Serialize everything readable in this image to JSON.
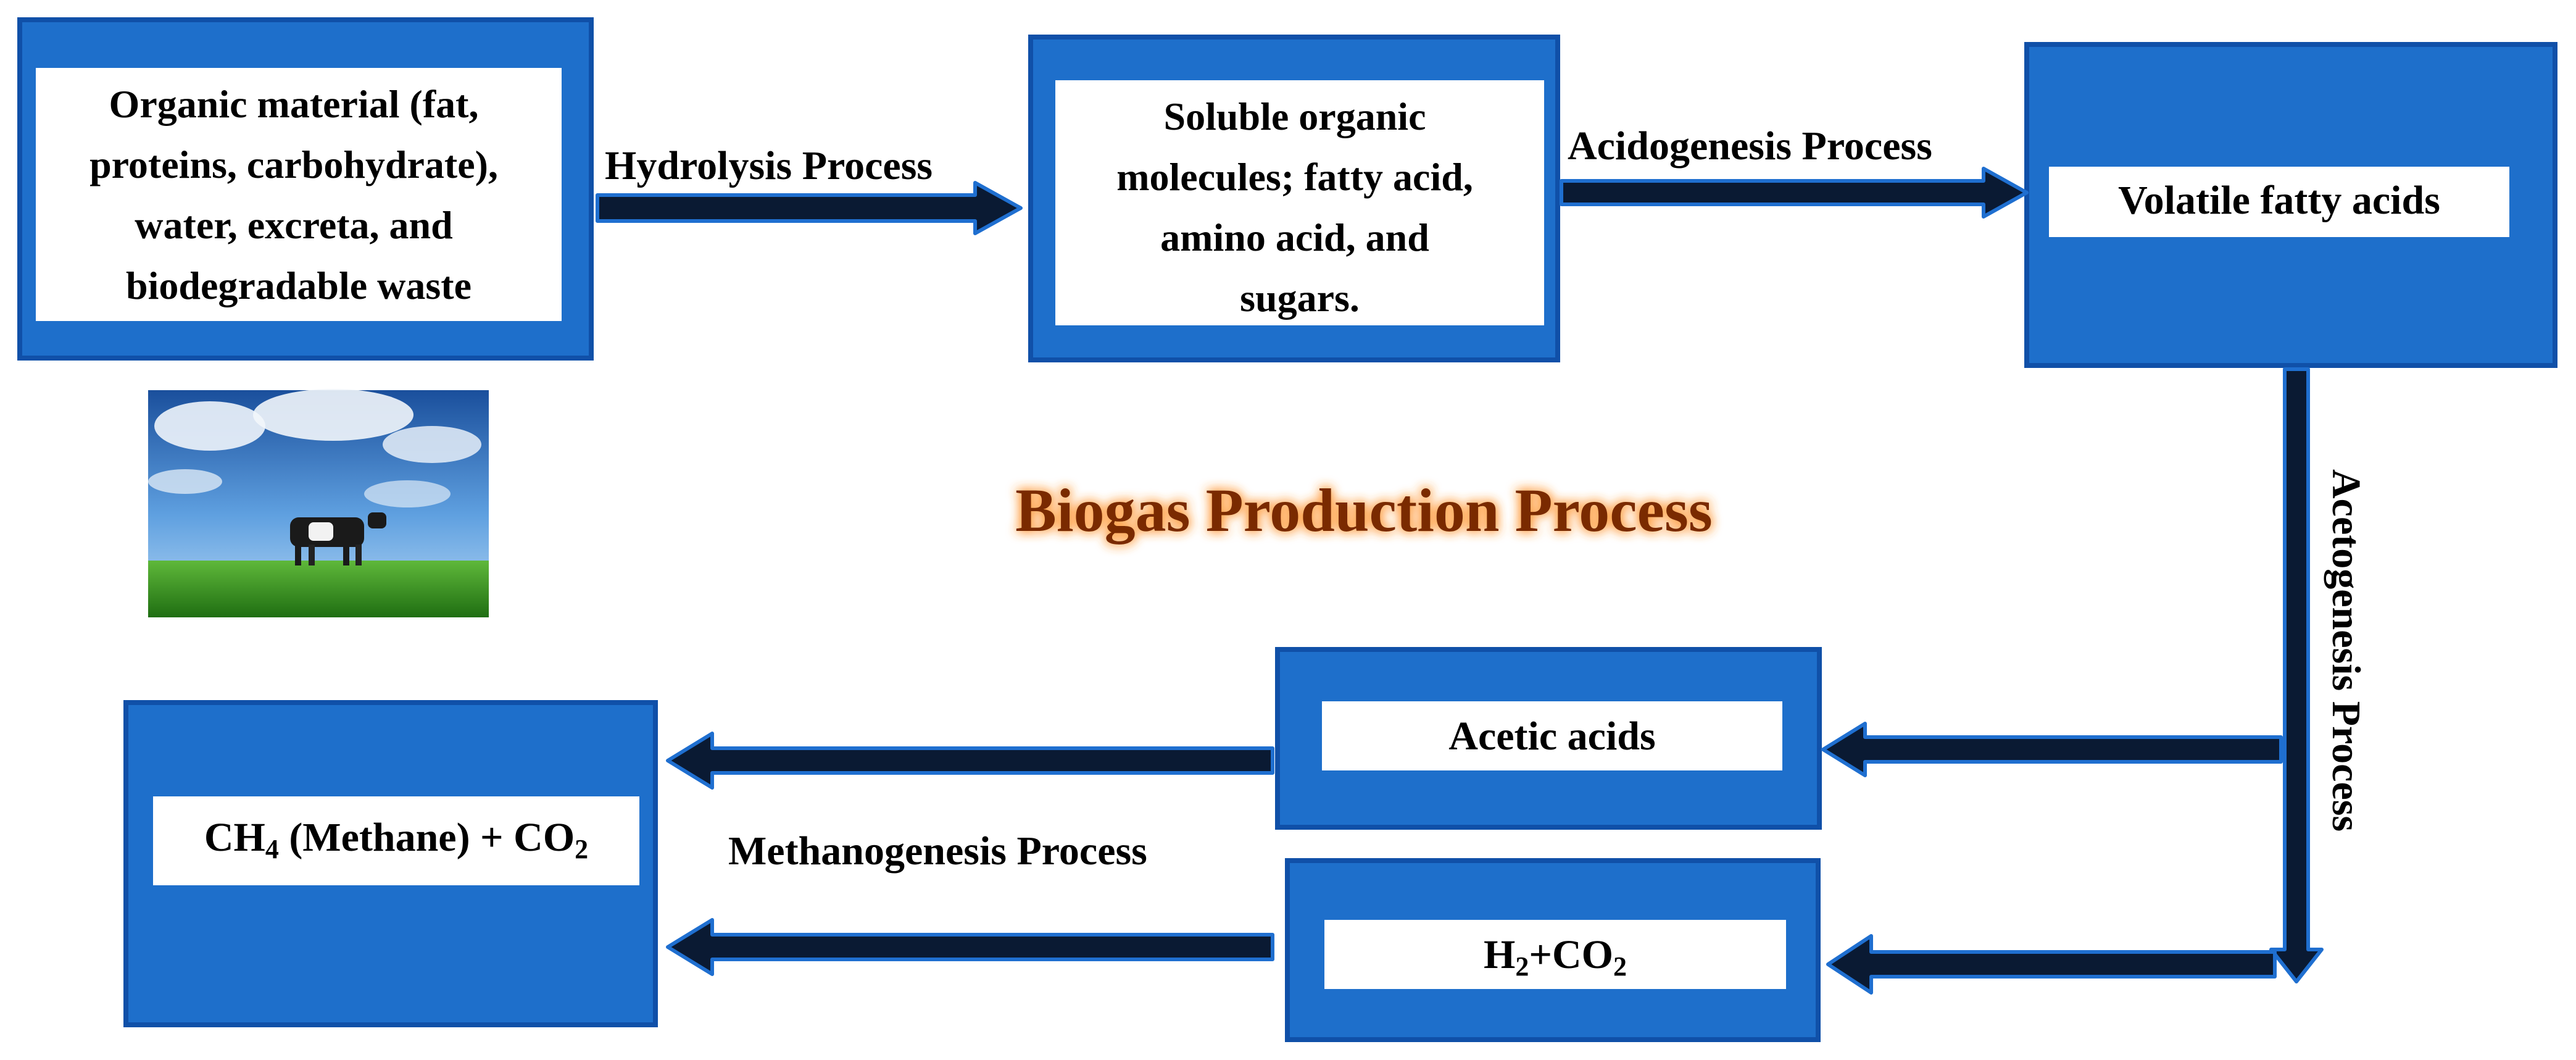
{
  "title": "Biogas Production Process",
  "colors": {
    "box_fill": "#1e6fcb",
    "box_border": "#1050a8",
    "arrow_dark": "#0a1a33",
    "arrow_edge": "#1f6fd0",
    "title_color": "#7a2a00",
    "title_glow": "#ff9a3c"
  },
  "boxes": {
    "organic": {
      "lines": [
        "Organic material (fat,",
        "proteins, carbohydrate),",
        "water, excreta, and",
        "biodegradable waste"
      ]
    },
    "soluble": {
      "lines": [
        "Soluble organic",
        "molecules; fatty acid,",
        "amino acid, and",
        "sugars."
      ]
    },
    "vfa": {
      "text": "Volatile fatty acids"
    },
    "acetic": {
      "text": "Acetic acids"
    },
    "h2co2": {
      "parts": [
        "H",
        "2",
        "+CO",
        "2"
      ]
    },
    "methane": {
      "parts": [
        "CH",
        "4",
        " (Methane) + CO",
        "2"
      ]
    }
  },
  "processes": {
    "hydrolysis": "Hydrolysis Process",
    "acidogenesis": "Acidogenesis Process",
    "acetogenesis": "Acetogenesis Process",
    "methanogenesis": "Methanogenesis Process"
  },
  "image": {
    "icon": "cow-in-field-photo"
  }
}
